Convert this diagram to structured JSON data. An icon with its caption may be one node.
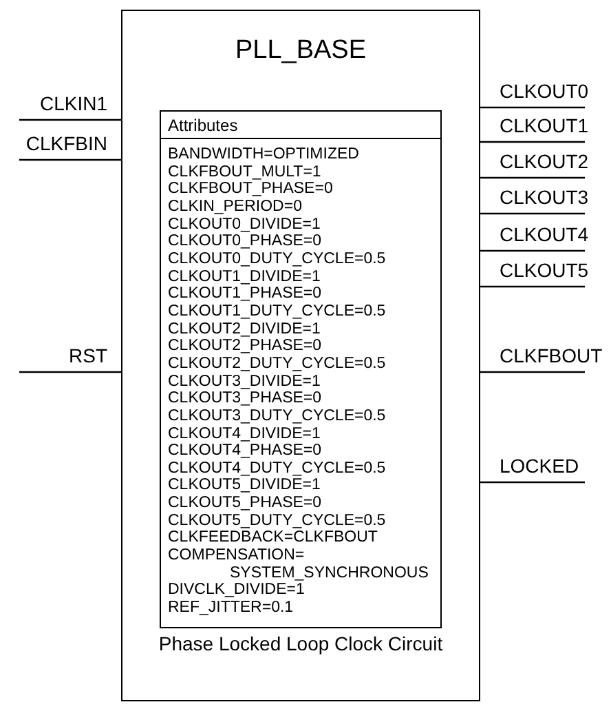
{
  "diagram": {
    "nodes": [
      {
        "text": [
          "PLL_BASE",
          "Phase Locked Loop Clock Circuit"
        ]
      },
      {
        "text": [
          "Attributes",
          "BANDWIDTH=OPTIMIZED",
          "CLKFBOUT_MULT=1",
          "CLKFBOUT_PHASE=0",
          "CLKIN_PERIOD=0",
          "CLKOUT0_DIVIDE=1",
          "CLKOUT0_PHASE=0",
          "CLKOUT0_DUTY_CYCLE=0.5",
          "CLKOUT1_DIVIDE=1",
          "CLKOUT1_PHASE=0",
          "CLKOUT1_DUTY_CYCLE=0.5",
          "CLKOUT2_DIVIDE=1",
          "CLKOUT2_PHASE=0",
          "CLKOUT2_DUTY_CYCLE=0.5",
          "CLKOUT3_DIVIDE=1",
          "CLKOUT3_PHASE=0",
          "CLKOUT3_DUTY_CYCLE=0.5",
          "CLKOUT4_DIVIDE=1",
          "CLKOUT4_PHASE=0",
          "CLKOUT4_DUTY_CYCLE=0.5",
          "CLKOUT5_DIVIDE=1",
          "CLKOUT5_PHASE=0",
          "CLKOUT5_DUTY_CYCLE=0.5",
          "CLKFEEDBACK=CLKFBOUT",
          "COMPENSATION= SYSTEM_SYNCHRONOUS",
          "DIVCLK_DIVIDE=1",
          "REF_JITTER=0.1"
        ],
        "in": 0
      }
    ],
    "labels": [
      "CLKIN1",
      "CLKFBIN",
      "RST",
      "CLKOUT0",
      "CLKOUT1",
      "CLKOUT2",
      "CLKOUT3",
      "CLKOUT4",
      "CLKOUT5",
      "CLKFBOUT",
      "LOCKED"
    ]
  }
}
